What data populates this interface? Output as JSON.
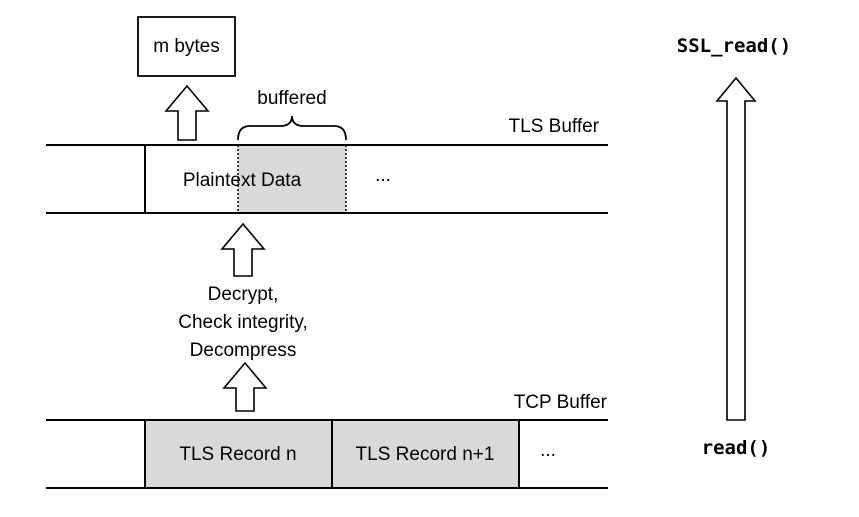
{
  "top_box": {
    "label": "m bytes"
  },
  "brace": {
    "label": "buffered"
  },
  "tls_buffer": {
    "title": "TLS Buffer",
    "plaintext_label": "Plaintext Data",
    "ellipsis": "..."
  },
  "process": {
    "line1": "Decrypt,",
    "line2": "Check integrity,",
    "line3": "Decompress"
  },
  "tcp_buffer": {
    "title": "TCP Buffer",
    "record1": "TLS Record n",
    "record2": "TLS Record n+1",
    "ellipsis": "..."
  },
  "calls": {
    "top": "SSL_read()",
    "bottom": "read()"
  },
  "colors": {
    "record_fill": "#d9d9d9",
    "line": "#000000"
  }
}
